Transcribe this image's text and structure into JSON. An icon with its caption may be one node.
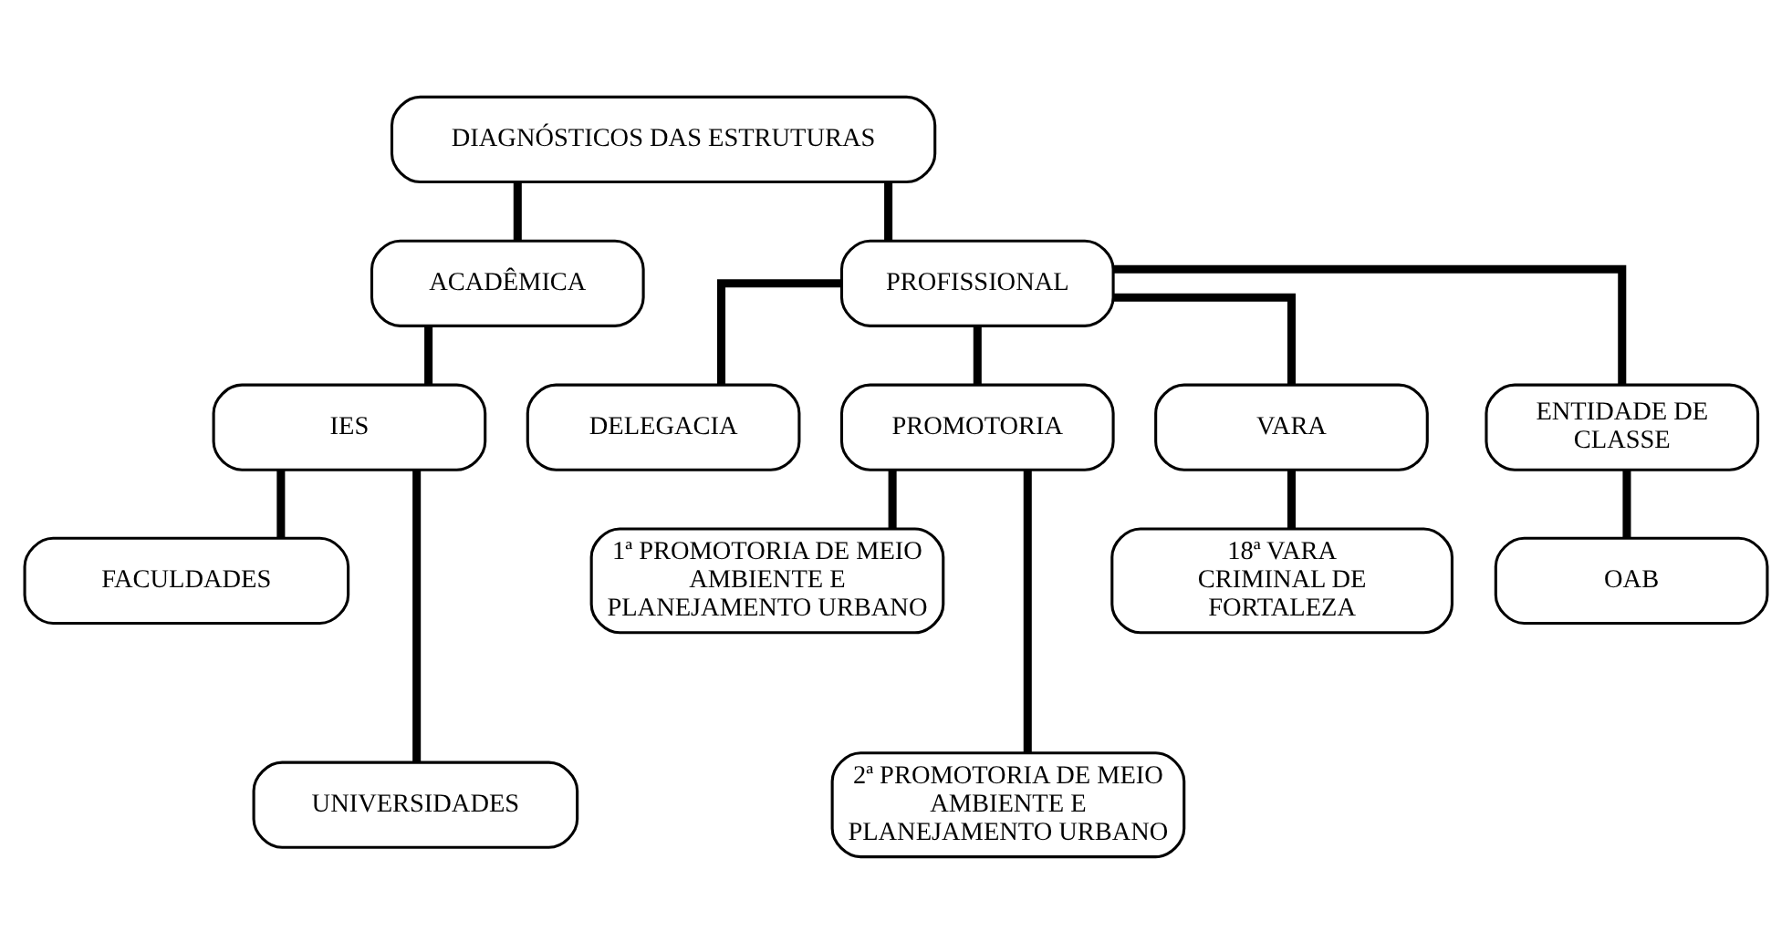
{
  "diagram": {
    "nodes": [
      {
        "text": [
          "DIAGNÓSTICOS DAS ESTRUTURAS"
        ]
      },
      {
        "text": [
          "ACADÊMICA"
        ]
      },
      {
        "text": [
          "PROFISSIONAL"
        ]
      },
      {
        "text": [
          "IES"
        ]
      },
      {
        "text": [
          "DELEGACIA"
        ]
      },
      {
        "text": [
          "PROMOTORIA"
        ]
      },
      {
        "text": [
          "VARA"
        ]
      },
      {
        "text": [
          "ENTIDADE DE CLASSE"
        ]
      },
      {
        "text": [
          "FACULDADES"
        ]
      },
      {
        "text": [
          "1ª PROMOTORIA DE MEIO AMBIENTE E PLANEJAMENTO URBANO"
        ]
      },
      {
        "text": [
          "18ª VARA CRIMINAL DE FORTALEZA"
        ]
      },
      {
        "text": [
          "OAB"
        ]
      },
      {
        "text": [
          "UNIVERSIDADES"
        ]
      },
      {
        "text": [
          "2ª PROMOTORIA DE MEIO AMBIENTE E PLANEJAMENTO URBANO"
        ]
      }
    ],
    "edges": [
      {
        "from": 0,
        "to": 1,
        "arrow": "none"
      },
      {
        "from": 0,
        "to": 2,
        "arrow": "none"
      },
      {
        "from": 1,
        "to": 3,
        "arrow": "none"
      },
      {
        "from": 2,
        "to": 4,
        "arrow": "none"
      },
      {
        "from": 2,
        "to": 5,
        "arrow": "none"
      },
      {
        "from": 2,
        "to": 6,
        "arrow": "none"
      },
      {
        "from": 2,
        "to": 7,
        "arrow": "none"
      },
      {
        "from": 3,
        "to": 8,
        "arrow": "none"
      },
      {
        "from": 3,
        "to": 12,
        "arrow": "none"
      },
      {
        "from": 5,
        "to": 9,
        "arrow": "none"
      },
      {
        "from": 5,
        "to": 13,
        "arrow": "none"
      },
      {
        "from": 6,
        "to": 10,
        "arrow": "none"
      },
      {
        "from": 7,
        "to": 11,
        "arrow": "none"
      }
    ]
  }
}
